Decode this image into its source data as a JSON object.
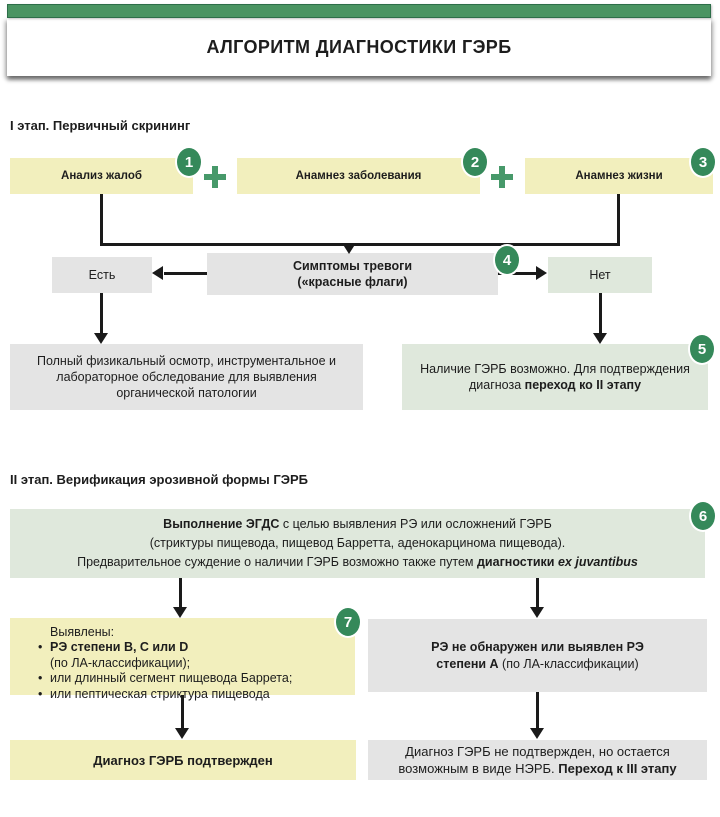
{
  "header": {
    "title": "АЛГОРИТМ ДИАГНОСТИКИ ГЭРБ"
  },
  "stage1": {
    "label": "I этап. Первичный скрининг",
    "steps": [
      {
        "num": "1",
        "label": "Анализ жалоб"
      },
      {
        "num": "2",
        "label": "Анамнез заболевания"
      },
      {
        "num": "3",
        "label": "Анамнез жизни"
      }
    ],
    "plus_sign": "+",
    "alarm_box": {
      "num": "4",
      "line1": "Симптомы тревоги",
      "line2": "(«красные флаги)"
    },
    "branch_yes": "Есть",
    "branch_no": "Нет",
    "yes_outcome": "Полный физикальный осмотр, инструментальное и лабораторное обследование для выявления органической патологии",
    "no_outcome": {
      "num": "5",
      "text": "Наличие ГЭРБ возможно. Для подтверждения диагноза ",
      "bold": "переход ко II этапу"
    }
  },
  "stage2": {
    "label": "II этап. Верификация эрозивной формы ГЭРБ",
    "egds_box": {
      "num": "6",
      "l1_bold": "Выполнение ЭГДС",
      "l1_rest": " с целью выявления РЭ или осложнений ГЭРБ",
      "l2": "(стриктуры пищевода, пищевод Барретта, аденокарцинома пищевода).",
      "l3_rest": "Предварительное суждение о наличии ГЭРБ возможно также путем ",
      "l3_bold": "диагностики ",
      "l3_bold_italic": "ex juvantibus"
    },
    "found_box": {
      "num": "7",
      "title": "Выявлены:",
      "bullet": "•",
      "item1_bold": "РЭ степени B, C или D",
      "item1_sub": "(по ЛА-классификации);",
      "item2": "или длинный сегмент пищевода Баррета;",
      "item3": "или пептическая стриктура пищевода"
    },
    "not_found_box": {
      "bold": "РЭ не обнаружен или выявлен РЭ степени A",
      "rest": " (по ЛА-классификации)"
    },
    "confirmed_box": "Диагноз ГЭРБ подтвержден",
    "not_confirmed_box": {
      "text": "Диагноз ГЭРБ не подтвержден, но остается возможным в виде НЭРБ. ",
      "bold": "Переход к III этапу"
    }
  },
  "colors": {
    "c-bar": "#4a9462",
    "c-bar-border": "#2d6e49",
    "c-circle": "#35895a",
    "c-plus": "#47996a",
    "c-yellow": "#f2efbd",
    "c-green-light": "#dfe8dc",
    "c-gray": "#e4e4e4",
    "c-arrow": "#1a1a1a",
    "c-text": "#1d1d1d"
  }
}
